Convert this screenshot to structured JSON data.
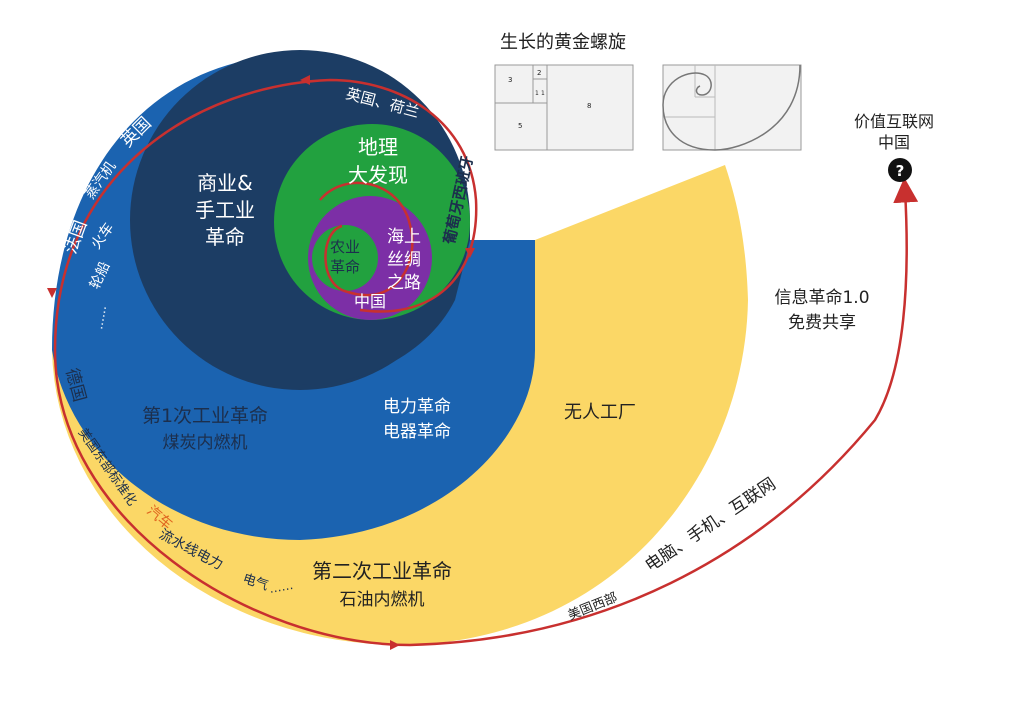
{
  "title": "生长的黄金螺旋",
  "golden_rectangle_labels": [
    "3",
    "2",
    "1",
    "1",
    "5",
    "8"
  ],
  "stages": {
    "nongye": {
      "line1": "农业",
      "line2": "革命"
    },
    "haishang": {
      "line1": "海上",
      "line2": "丝绸",
      "line3": "之路"
    },
    "china_inner": "中国",
    "dili": {
      "line1": "地理",
      "line2": "大发现"
    },
    "portugal_spain": "葡萄牙西班牙",
    "shangye": {
      "line1": "商业&",
      "line2": "手工业",
      "line3": "革命"
    },
    "uk_nl": "英国、荷兰",
    "ind1": {
      "line1": "第1次工业革命",
      "line2": "煤炭内燃机"
    },
    "ind1_side": {
      "uk": "英国",
      "steam": "蒸汽机",
      "france": "法国",
      "train": "火车",
      "ship": "轮船",
      "dots": "……",
      "germany": "德国"
    },
    "electric": {
      "line1": "电力革命",
      "line2": "电器革命"
    },
    "ind2": {
      "line1": "第二次工业革命",
      "line2": "石油内燃机"
    },
    "ind2_side": {
      "us_east": "美国东部标准化",
      "car": "汽车",
      "assembly": "流水线电力",
      "gas": "电气",
      "dots": "……"
    },
    "wuren": "无人工厂",
    "info": {
      "line1": "信息革命1.0",
      "line2": "免费共享"
    },
    "info_side": {
      "devices": "电脑、手机、互联网",
      "us_west": "美国西部"
    },
    "value_net": {
      "line1": "价值互联网",
      "line2": "中国"
    },
    "question": "?"
  },
  "colors": {
    "yellow": "#fbd766",
    "blue": "#1b63b0",
    "navy": "#1c3d64",
    "green": "#22a13f",
    "purple": "#7c2fa6",
    "red": "#c8302f"
  }
}
